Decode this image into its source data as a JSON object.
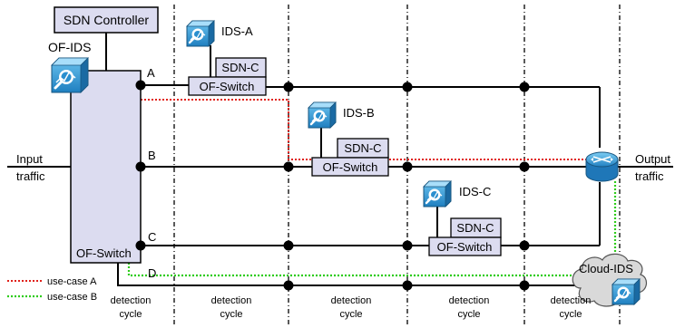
{
  "controller": {
    "label": "SDN Controller"
  },
  "of_ids": {
    "label": "OF-IDS"
  },
  "main_switch": {
    "label": "OF-Switch"
  },
  "ports": {
    "a": "A",
    "b": "B",
    "c": "C",
    "d": "D"
  },
  "input": {
    "line1": "Input",
    "line2": "traffic"
  },
  "output": {
    "line1": "Output",
    "line2": "traffic"
  },
  "nodes": [
    {
      "ids": "IDS-A",
      "sdnc": "SDN-C",
      "switch": "OF-Switch"
    },
    {
      "ids": "IDS-B",
      "sdnc": "SDN-C",
      "switch": "OF-Switch"
    },
    {
      "ids": "IDS-C",
      "sdnc": "SDN-C",
      "switch": "OF-Switch"
    }
  ],
  "cloud": {
    "label": "Cloud-IDS"
  },
  "legend": [
    {
      "label": "use-case A",
      "color": "#e0201a"
    },
    {
      "label": "use-case B",
      "color": "#2ecc1a"
    }
  ],
  "cycles": [
    {
      "line1": "detection",
      "line2": "cycle"
    },
    {
      "line1": "detection",
      "line2": "cycle"
    },
    {
      "line1": "detection",
      "line2": "cycle"
    },
    {
      "line1": "detection",
      "line2": "cycle"
    },
    {
      "line1": "detection",
      "line2": "cycle"
    }
  ],
  "colors": {
    "box_fill": "#dcdcf0",
    "icon_blue": "#2a8fcf",
    "use_case_a": "#e0201a",
    "use_case_b": "#2ecc1a"
  },
  "icons": {
    "ids": "ids-sensor-icon",
    "router": "router-icon",
    "cloud": "cloud-icon"
  }
}
